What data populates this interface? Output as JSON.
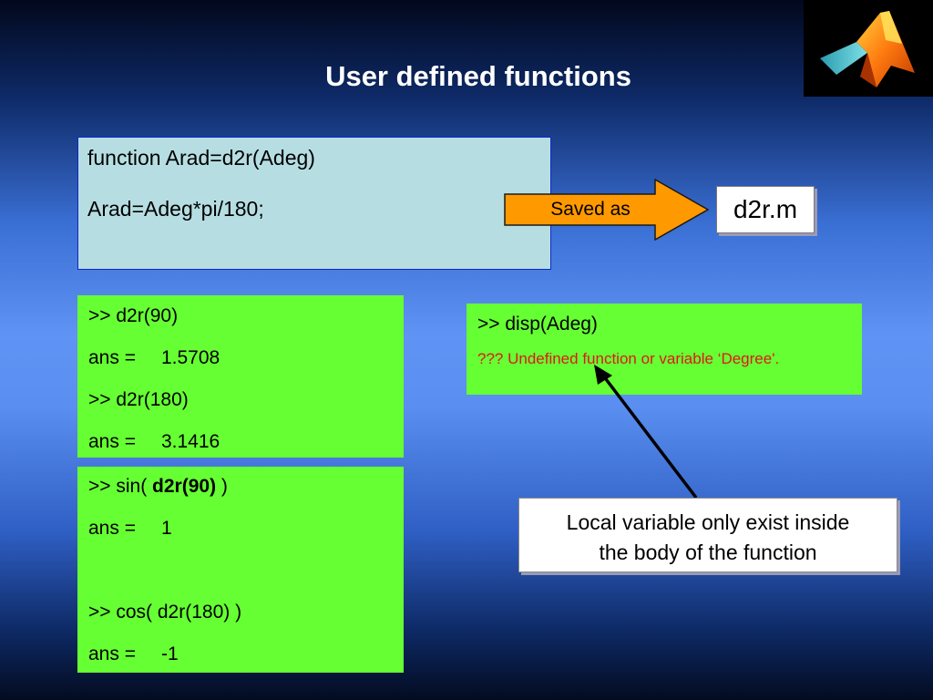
{
  "slide": {
    "title": "User defined functions"
  },
  "logo": {
    "icon": "matlab-membrane-logo-icon"
  },
  "code": {
    "line1": "function Arad=d2r(Adeg)",
    "line2": "Arad=Adeg*pi/180;"
  },
  "saved_arrow": {
    "label": "Saved as",
    "color": "#ff9900"
  },
  "file": {
    "name": "d2r.m"
  },
  "console1": {
    "cmd1": ">> d2r(90)",
    "ans_label1": "ans =",
    "ans_value1": "1.5708",
    "cmd2": ">> d2r(180)",
    "ans_label2": "ans =",
    "ans_value2": "3.1416"
  },
  "console2": {
    "cmd1_prefix": ">> sin(",
    "cmd1_bold": "d2r(90)",
    "cmd1_suffix": ")",
    "ans_label1": "ans =",
    "ans_value1": "1",
    "cmd2": ">> cos( d2r(180) )",
    "ans_label2": "ans =",
    "ans_value2": "-1"
  },
  "console3": {
    "cmd": ">> disp(Adeg)",
    "error": "??? Undefined function or variable ‘Degree'."
  },
  "note": {
    "line1": "Local variable only exist inside",
    "line2": "the body of the function"
  },
  "colors": {
    "console_bg": "#66ff33",
    "code_bg": "#b6dee2",
    "error_text": "#e01818"
  }
}
